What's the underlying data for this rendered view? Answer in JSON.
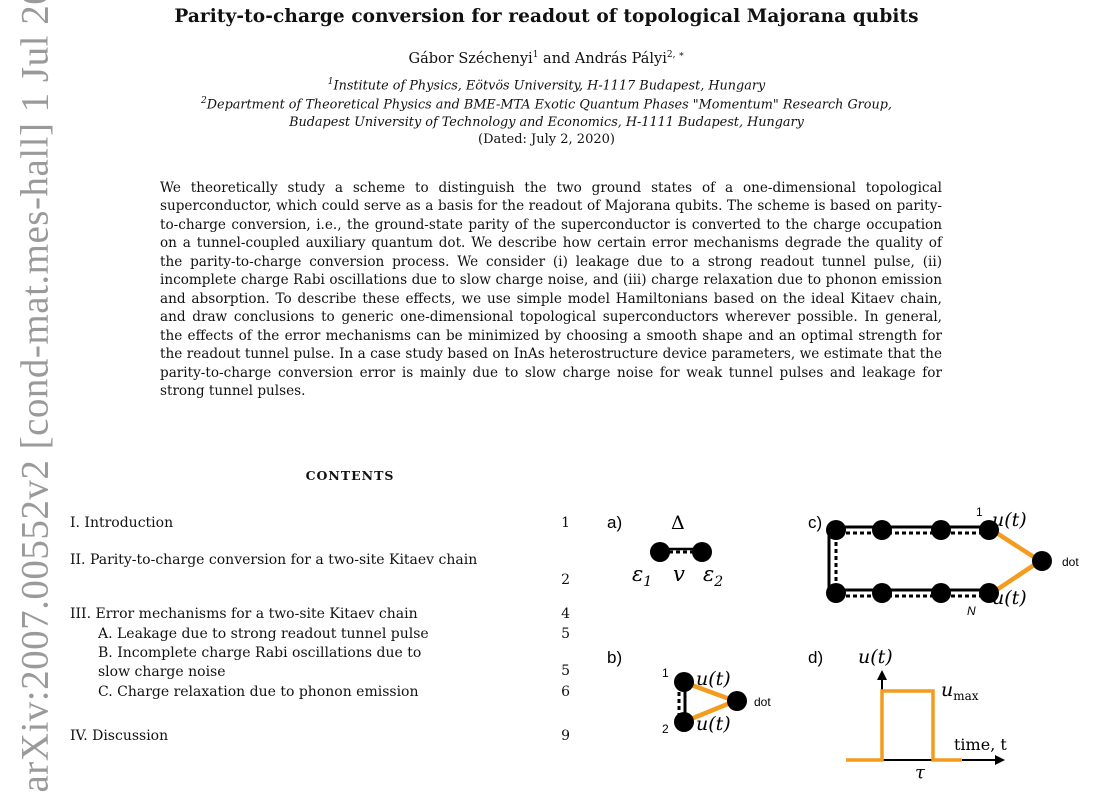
{
  "sidebar_id": "arXiv:2007.00552v2  [cond-mat.mes-hall]  1 Jul 2020",
  "title": "Parity-to-charge conversion for readout of topological Majorana qubits",
  "authors": {
    "a1": "Gábor Széchenyi",
    "a1_sup": "1",
    "and": "and",
    "a2": "András Pályi",
    "a2_sup": "2, ∗"
  },
  "affiliations": {
    "aff1_sup": "1",
    "aff1": "Institute of Physics, Eötvös University, H-1117 Budapest, Hungary",
    "aff2_sup": "2",
    "aff2": "Department of Theoretical Physics and BME-MTA Exotic Quantum Phases \"Momentum\" Research Group,",
    "aff2b": "Budapest University of Technology and Economics, H-1111 Budapest, Hungary"
  },
  "dated": "(Dated: July 2, 2020)",
  "abstract": "We theoretically study a scheme to distinguish the two ground states of a one-dimensional topological superconductor, which could serve as a basis for the readout of Majorana qubits. The scheme is based on parity-to-charge conversion, i.e., the ground-state parity of the superconductor is converted to the charge occupation on a tunnel-coupled auxiliary quantum dot. We describe how certain error mechanisms degrade the quality of the parity-to-charge conversion process. We consider (i) leakage due to a strong readout tunnel pulse, (ii) incomplete charge Rabi oscillations due to slow charge noise, and (iii) charge relaxation due to phonon emission and absorption. To describe these effects, we use simple model Hamiltonians based on the ideal Kitaev chain, and draw conclusions to generic one-dimensional topological superconductors wherever possible. In general, the effects of the error mechanisms can be minimized by choosing a smooth shape and an optimal strength for the readout tunnel pulse. In a case study based on InAs heterostructure device parameters, we estimate that the parity-to-charge conversion error is mainly due to slow charge noise for weak tunnel pulses and leakage for strong tunnel pulses.",
  "contents_heading": "CONTENTS",
  "toc": [
    {
      "label": "I. Introduction",
      "page": "1"
    },
    {
      "label": "II. Parity-to-charge conversion for a two-site Kitaev chain",
      "page": "2"
    },
    {
      "label": "III. Error mechanisms for a two-site Kitaev chain",
      "page": "4"
    },
    {
      "label": "A. Leakage due to strong readout tunnel pulse",
      "page": "5"
    },
    {
      "label": "B. Incomplete charge Rabi oscillations due to slow charge noise",
      "page": "5"
    },
    {
      "label": "C. Charge relaxation due to phonon emission",
      "page": "6"
    },
    {
      "label": "IV. Discussion",
      "page": "9"
    }
  ],
  "figure": {
    "panel_a": "a)",
    "panel_b": "b)",
    "panel_c": "c)",
    "panel_d": "d)",
    "delta": "Δ",
    "eps1": "ε",
    "eps1_sub": "1",
    "v": "v",
    "eps2": "ε",
    "eps2_sub": "2",
    "ut": "u(t)",
    "dot": "dot",
    "site1": "1",
    "site2": "2",
    "siteN": "N",
    "umax": "u",
    "umax_sub": "max",
    "time": "time, t",
    "tau": "τ",
    "orange": "#f39c1f"
  }
}
